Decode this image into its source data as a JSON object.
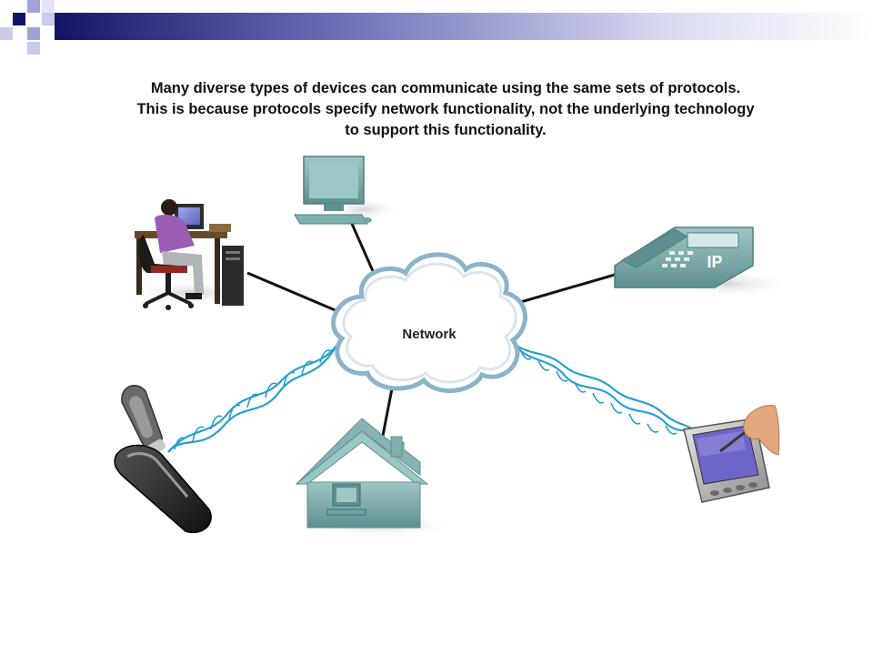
{
  "caption": {
    "line1": "Many diverse types of devices can communicate using the same sets of protocols.",
    "line2": "This is because protocols specify network functionality, not the underlying technology",
    "line3": "to support this functionality."
  },
  "network": {
    "label": "Network"
  },
  "devices": {
    "ip_phone_label": "IP"
  },
  "colors": {
    "header_dark": "#1a1a6e",
    "header_accent": "#9fa3d8",
    "device_teal": "#6fa3a3",
    "device_teal_dark": "#4d7f80",
    "cloud_outline": "#8bb3c9",
    "wireless_wave": "#2a9fd0",
    "link_line": "#111111",
    "person_shirt": "#9a5fb4"
  }
}
